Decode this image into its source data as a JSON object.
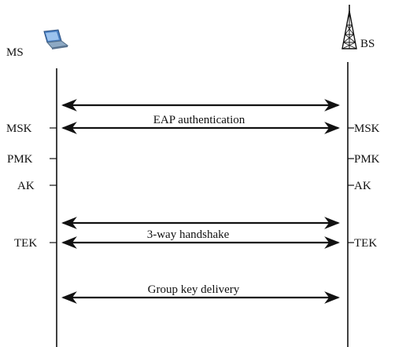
{
  "nodes": {
    "left": {
      "name": "MS",
      "icon": "laptop-icon"
    },
    "right": {
      "name": "BS",
      "icon": "radio-tower-icon"
    }
  },
  "left_keys": [
    "MSK",
    "PMK",
    "AK",
    "TEK"
  ],
  "right_keys": [
    "MSK",
    "PMK",
    "AK",
    "TEK"
  ],
  "messages": [
    {
      "label": "",
      "direction": "both"
    },
    {
      "label": "EAP authentication",
      "direction": "both"
    },
    {
      "label": "",
      "direction": "both"
    },
    {
      "label": "3-way handshake",
      "direction": "both"
    },
    {
      "label": "Group key delivery",
      "direction": "both"
    }
  ],
  "colors": {
    "line": "#111111",
    "laptop_screen": "#4a7fc1",
    "laptop_body": "#8da9c4"
  }
}
